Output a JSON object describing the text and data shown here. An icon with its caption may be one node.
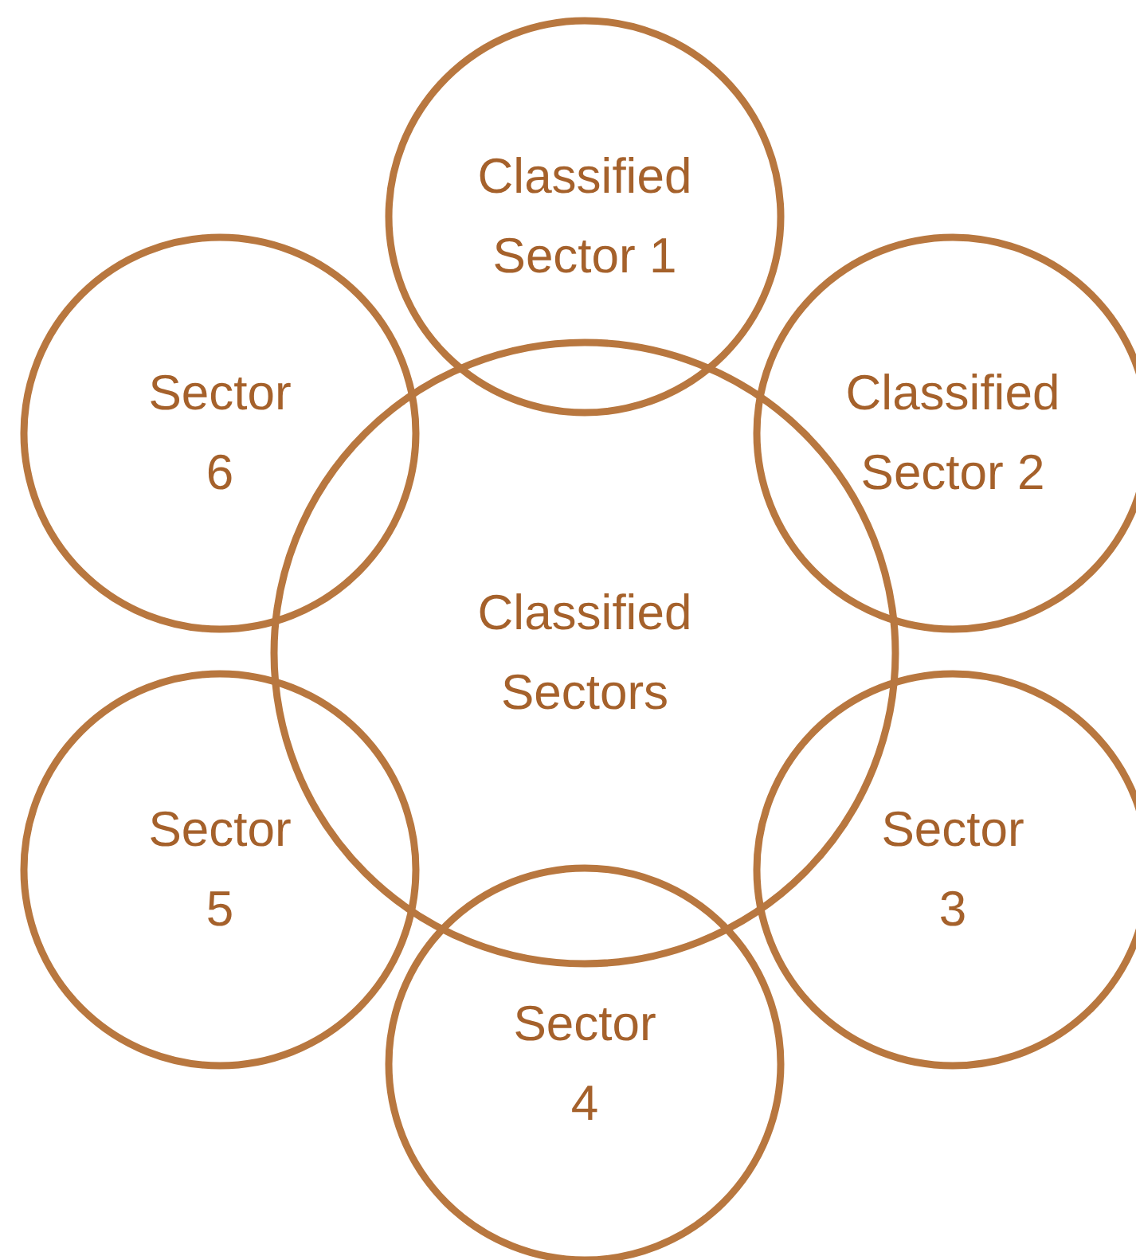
{
  "diagram": {
    "nodes": [
      {
        "text": [
          "Classified Sectors"
        ]
      },
      {
        "text": [
          "Classified Sector 1"
        ]
      },
      {
        "text": [
          "Classified Sector 2"
        ]
      },
      {
        "text": [
          "Sector 3"
        ]
      },
      {
        "text": [
          "Sector 4"
        ]
      },
      {
        "text": [
          "Sector 5"
        ]
      },
      {
        "text": [
          "Sector 6"
        ]
      }
    ]
  }
}
